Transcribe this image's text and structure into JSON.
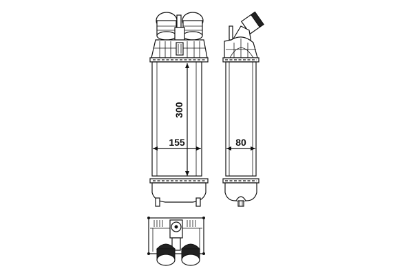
{
  "diagram": {
    "subject": "intercooler technical drawing",
    "views": [
      "front-view",
      "side-view",
      "bottom-view"
    ],
    "dimensions": {
      "height": "300",
      "width": "155",
      "depth": "80"
    },
    "colors": {
      "line": "#111111",
      "background": "#ffffff"
    }
  }
}
